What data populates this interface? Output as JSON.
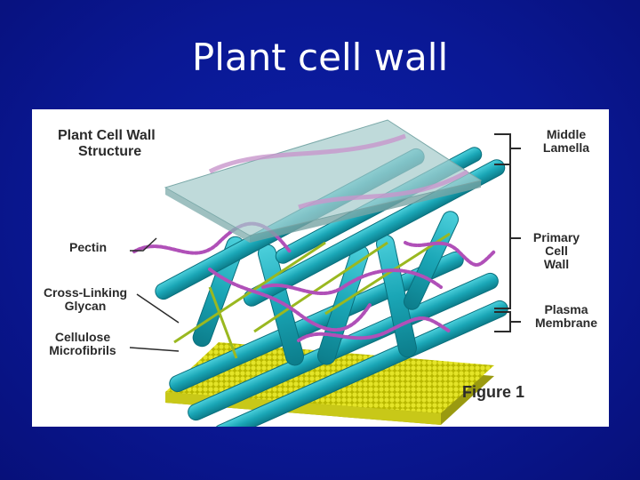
{
  "slide": {
    "title": "Plant cell wall"
  },
  "figure": {
    "heading_line1": "Plant Cell Wall",
    "heading_line2": "Structure",
    "labels_left": {
      "pectin": "Pectin",
      "glycan_line1": "Cross-Linking",
      "glycan_line2": "Glycan",
      "cellulose_line1": "Cellulose",
      "cellulose_line2": "Microfibrils"
    },
    "labels_right": {
      "middle_line1": "Middle",
      "middle_line2": "Lamella",
      "primary_line1": "Primary",
      "primary_line2": "Cell",
      "primary_line3": "Wall",
      "plasma_line1": "Plasma",
      "plasma_line2": "Membrane"
    },
    "caption": "Figure 1",
    "colors": {
      "background": "#0a1894",
      "cellulose": "#19a8b8",
      "pectin": "#b050b8",
      "membrane": "#d8d820",
      "lamella": "#9cc8c8"
    }
  }
}
